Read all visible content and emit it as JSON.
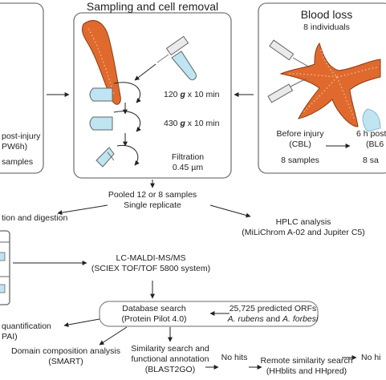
{
  "left_panel": {
    "line1": "post-injury",
    "line2": "PW6h)",
    "line3": "samples"
  },
  "sampling": {
    "title": "Sampling and cell removal",
    "step1_value": "120",
    "step1_g": "g",
    "step1_time": "x 10 min",
    "step2_value": "430",
    "step2_g": "g",
    "step2_time": "x 10 min",
    "filtration": "Filtration",
    "filtration_size": "0.45 µm"
  },
  "blood_loss": {
    "title": "Blood loss",
    "subtitle": "8 individuals",
    "before_label": "Before injury",
    "before_code": "(CBL)",
    "before_samples": "8 samples",
    "after_label": "6 h post",
    "after_code": "(BL6",
    "after_samples": "8 sa"
  },
  "pooled": {
    "line1": "Pooled 12 or 8 samples",
    "line2": "Single replicate"
  },
  "digestion": {
    "label": "tion and digestion"
  },
  "hplc": {
    "line1": "HPLC analysis",
    "line2": "(MiLiChrom A-02 and Jupiter C5)"
  },
  "lcms": {
    "line1": "LC-MALDI-MS/MS",
    "line2": "(SCIEX TOF/TOF 5800 system)"
  },
  "database": {
    "line1": "Database search",
    "line2": "(Protein Pilot 4.0)"
  },
  "orfs": {
    "line1": "25,725 predicted ORFs",
    "species1": "A. rubens",
    "conj": "and",
    "species2": "A. forbesi"
  },
  "quant": {
    "line1": "quantification",
    "line2": "PAI)"
  },
  "domain": {
    "line1": "Domain composition analysis",
    "line2": "(SMART)"
  },
  "similarity": {
    "line1": "Similarity search and",
    "line2": "functional annotation",
    "line3": "(BLAST2GO)"
  },
  "no_hits_1": "No hits",
  "remote": {
    "line1": "Remote similarity search",
    "line2": "(HHblits and HHpred)"
  },
  "no_hits_2": "No hi",
  "colors": {
    "starfish": "#e06a2e",
    "starfish_edge": "#8a3a14",
    "tube_fill": "#bfe4f2",
    "panel_border": "#777777",
    "arrow": "#222222"
  }
}
